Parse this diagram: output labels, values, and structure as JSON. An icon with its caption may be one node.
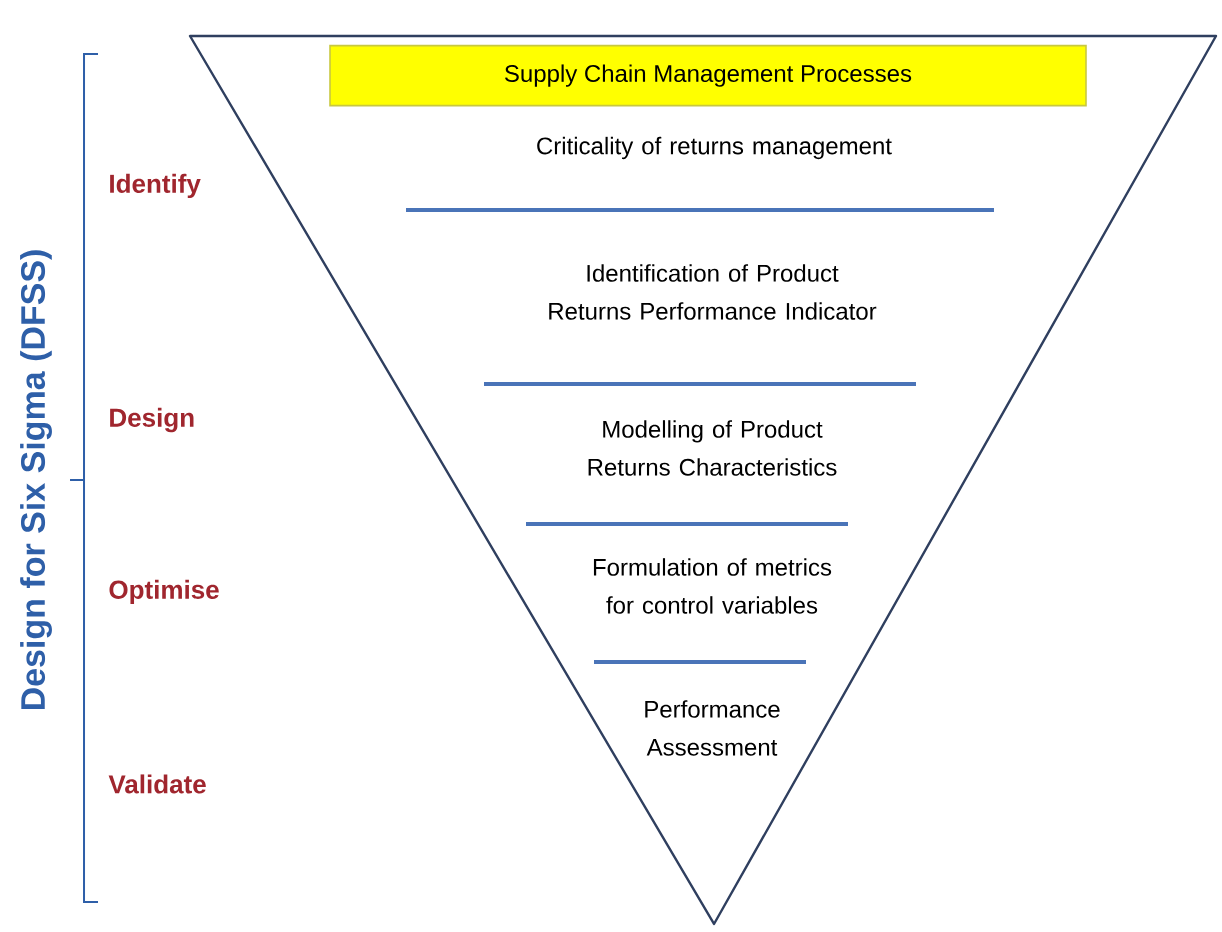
{
  "diagram": {
    "nodes": [
      {
        "text": [],
        "shape": "triangle"
      },
      {
        "text": [
          "Supply Chain Management Processes"
        ],
        "in": 0
      }
    ],
    "labels": [
      "Design for Six Sigma (DFSS)",
      "Identify",
      "Criticality of returns management",
      "Identification of Product Returns Performance Indicator",
      "Design",
      "Modelling of Product Returns Characteristics",
      "Optimise",
      "Formulation of metrics for control variables",
      "Performance Assessment",
      "Validate"
    ]
  }
}
